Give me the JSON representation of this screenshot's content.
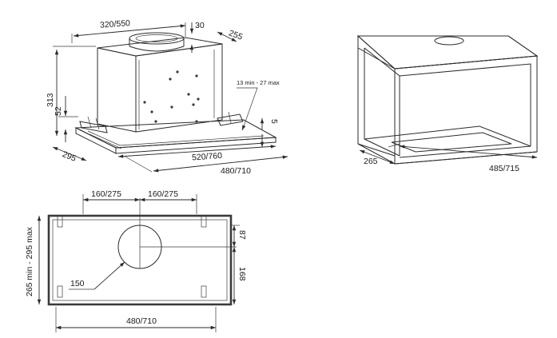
{
  "iso_view": {
    "width_top": "320/550",
    "duct_offset": "30",
    "depth_top": "255",
    "total_height": "313",
    "lower_height": "52",
    "depth_base": "295",
    "inner_width": "520/760",
    "outer_width": "480/710",
    "adjust_range": "13 min - 27 max",
    "side_dim": "5"
  },
  "cutout_view": {
    "depth": "265",
    "width": "485/715"
  },
  "top_view": {
    "left_offset": "160/275",
    "right_offset": "160/275",
    "height_range": "265 min - 295 max",
    "top_offset": "87",
    "bottom_offset": "168",
    "duct_diameter": "150",
    "width": "480/710"
  }
}
